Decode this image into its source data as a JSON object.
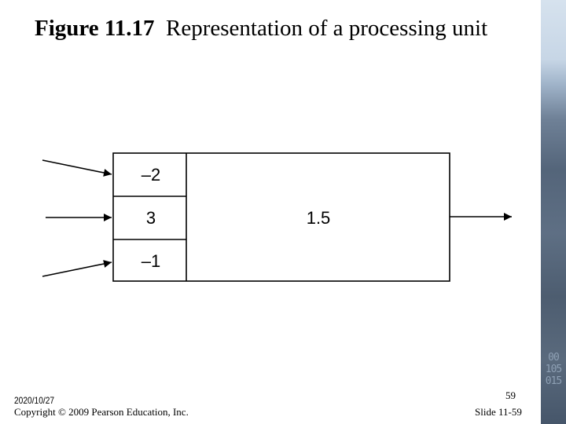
{
  "title": {
    "figure_label": "Figure 11.17",
    "caption": "Representation of a processing unit"
  },
  "diagram": {
    "input_weights": [
      "–2",
      "3",
      "–1"
    ],
    "threshold": "1.5"
  },
  "background_strip": {
    "digits": "00 105 015"
  },
  "footer": {
    "date": "2020/10/27",
    "copyright": "Copyright © 2009 Pearson Education, Inc.",
    "page_number": "59",
    "slide_label": "Slide 11-59"
  }
}
